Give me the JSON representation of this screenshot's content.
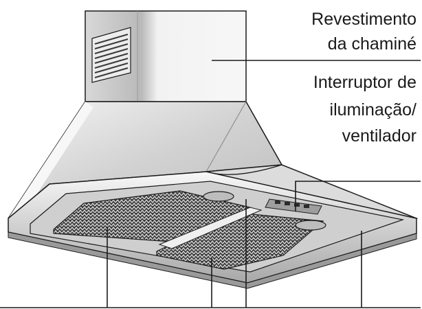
{
  "labels": {
    "chimney_cover": [
      "Revestimento",
      "da chaminé"
    ],
    "light_fan_switch": [
      "Interruptor de",
      "iluminação/",
      "ventilador"
    ]
  },
  "colors": {
    "outline": "#1a1a1a",
    "steel_light": "#e9e9e9",
    "steel_mid": "#c9c9c9",
    "steel_dark": "#8e8e8e",
    "filter_mesh": "#2b2b2b"
  }
}
